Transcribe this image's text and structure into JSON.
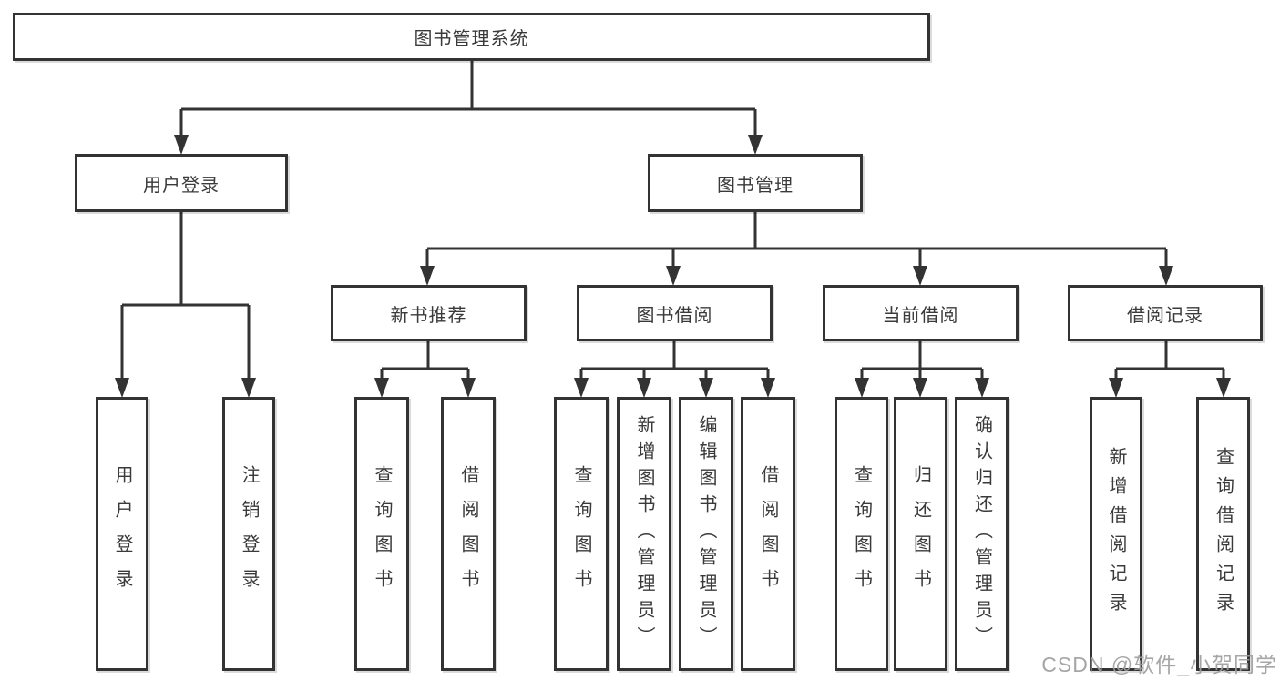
{
  "diagram": {
    "title": "图书管理系统",
    "root_label": "图书管理系统",
    "branches": {
      "user_login": {
        "label": "用户登录",
        "children": [
          "用户登录",
          "注销登录"
        ]
      },
      "book_management": {
        "label": "图书管理"
      }
    },
    "sections": [
      {
        "label": "新书推荐",
        "children": [
          "查询图书",
          "借阅图书"
        ]
      },
      {
        "label": "图书借阅",
        "children": [
          "查询图书",
          "新增图书（管理员）",
          "编辑图书（管理员）",
          "借阅图书"
        ]
      },
      {
        "label": "当前借阅",
        "children": [
          "查询图书",
          "归还图书",
          "确认归还（管理员）"
        ]
      },
      {
        "label": "借阅记录",
        "children": [
          "新增借阅记录",
          "查询借阅记录"
        ]
      }
    ]
  },
  "watermark": {
    "text": "CSDN @软件_小贺同学"
  },
  "colors": {
    "line": "#333333",
    "text": "#3a3a3a",
    "background": "#ffffff",
    "watermark": "#9e9e9e"
  }
}
